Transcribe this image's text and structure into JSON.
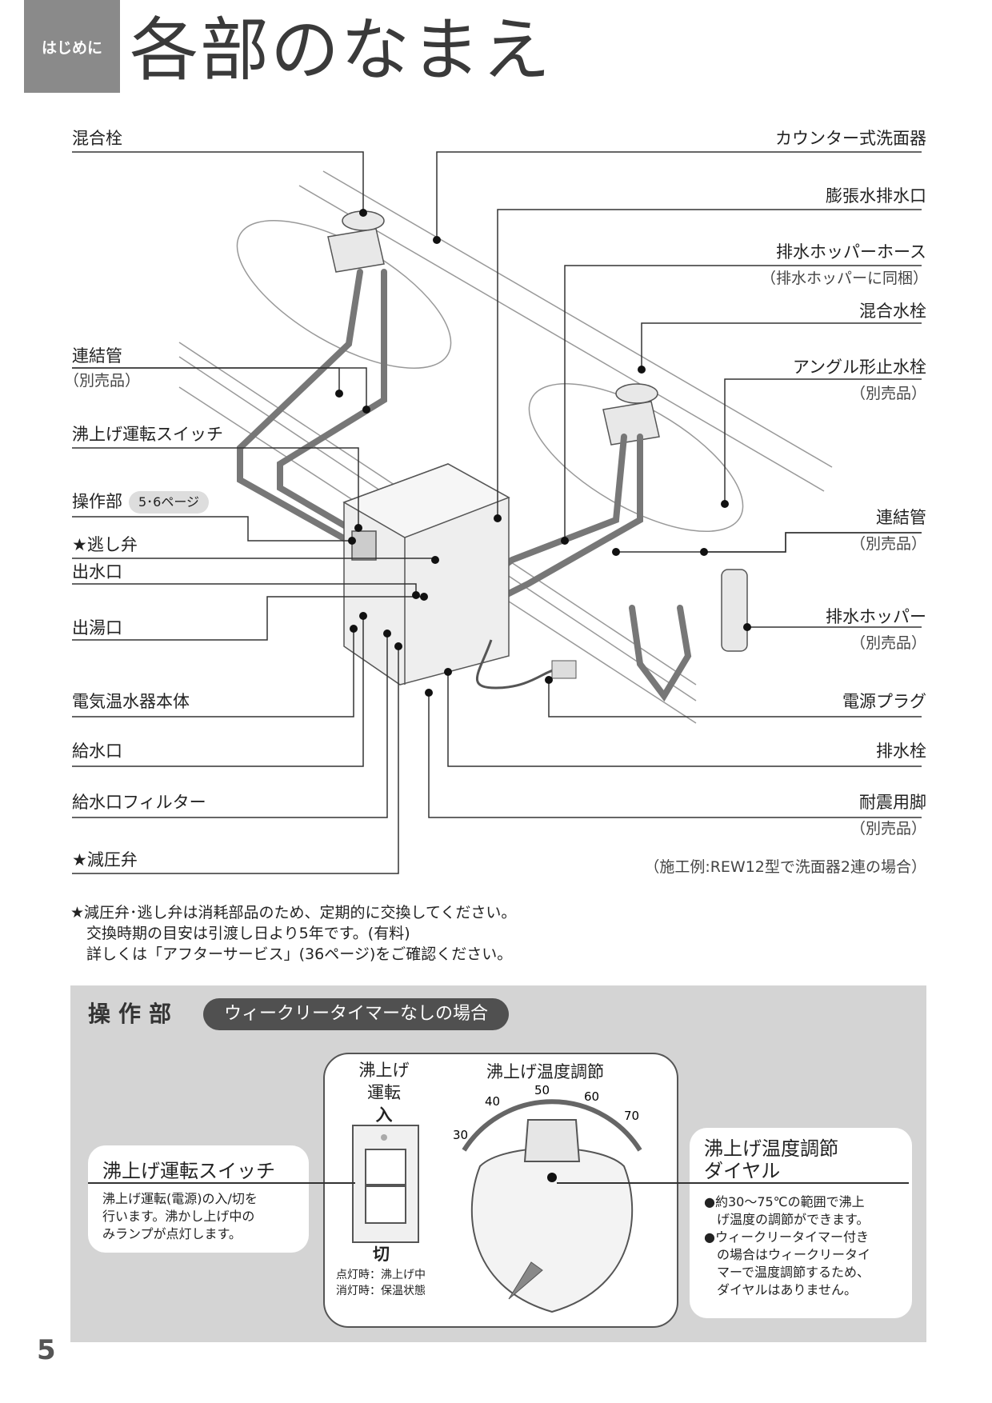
{
  "header": {
    "section_tag": "はじめに",
    "title": "各部のなまえ"
  },
  "left_labels": [
    {
      "label": "混合栓",
      "sub": ""
    },
    {
      "label": "連結管",
      "sub": "（別売品）"
    },
    {
      "label": "沸上げ運転スイッチ",
      "sub": ""
    },
    {
      "label": "操作部",
      "sub": ""
    },
    {
      "label": "★逃し弁",
      "sub": ""
    },
    {
      "label": "出水口",
      "sub": ""
    },
    {
      "label": "出湯口",
      "sub": ""
    },
    {
      "label": "電気温水器本体",
      "sub": ""
    },
    {
      "label": "給水口",
      "sub": ""
    },
    {
      "label": "給水口フィルター",
      "sub": ""
    },
    {
      "label": "★減圧弁",
      "sub": ""
    }
  ],
  "operation_ref": "5･6ページ",
  "right_labels": [
    {
      "label": "カウンター式洗面器",
      "sub": ""
    },
    {
      "label": "膨張水排水口",
      "sub": ""
    },
    {
      "label": "排水ホッパーホース",
      "sub": "（排水ホッパーに同梱）"
    },
    {
      "label": "混合水栓",
      "sub": ""
    },
    {
      "label": "アングル形止水栓",
      "sub": "（別売品）"
    },
    {
      "label": "連結管",
      "sub": "（別売品）"
    },
    {
      "label": "排水ホッパー",
      "sub": "（別売品）"
    },
    {
      "label": "電源プラグ",
      "sub": ""
    },
    {
      "label": "排水栓",
      "sub": ""
    },
    {
      "label": "耐震用脚",
      "sub": "（別売品）"
    }
  ],
  "example_caption": "（施工例:REW12型で洗面器2連の場合）",
  "notes": [
    "★減圧弁･逃し弁は消耗部品のため、定期的に交換してください。",
    "交換時期の目安は引渡し日より5年です。(有料)",
    "詳しくは「アフターサービス」(36ページ)をご確認ください。"
  ],
  "panel": {
    "title": "操作部",
    "badge": "ウィークリータイマーなしの場合",
    "switch_heading_1": "沸上げ",
    "switch_heading_2": "運転",
    "switch_on": "入",
    "switch_off": "切",
    "lamp_on": "点灯時：沸上げ中",
    "lamp_off": "消灯時：保温状態",
    "dial_heading": "沸上げ温度調節",
    "dial_ticks": [
      "30",
      "40",
      "50",
      "60",
      "70"
    ],
    "left_bubble": {
      "title": "沸上げ運転スイッチ",
      "lines": [
        "沸上げ運転(電源)の入/切を",
        "行います。沸かし上げ中の",
        "みランプが点灯します。"
      ]
    },
    "right_bubble": {
      "title_1": "沸上げ温度調節",
      "title_2": "ダイヤル",
      "bullet_1": [
        "●約30〜75℃の範囲で沸上",
        "げ温度の調節ができます。"
      ],
      "bullet_2": [
        "●ウィークリータイマー付き",
        "の場合はウィークリータイ",
        "マーで温度調節するため、",
        "ダイヤルはありません。"
      ]
    }
  },
  "page_number": "5"
}
